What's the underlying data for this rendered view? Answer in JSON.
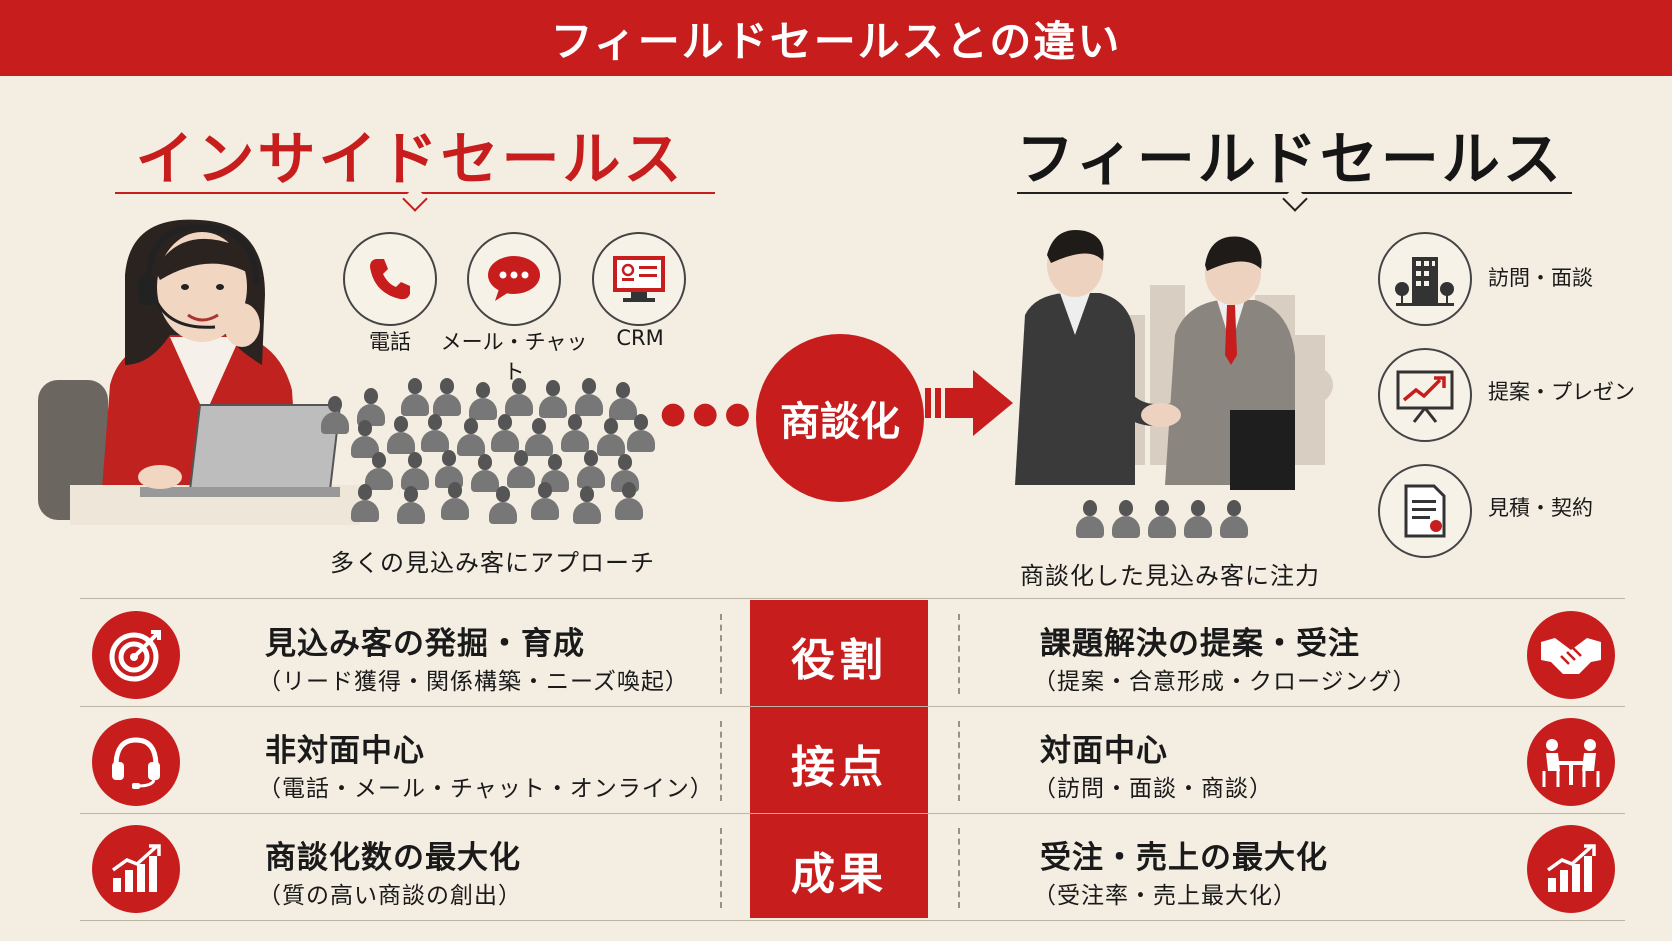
{
  "header": {
    "title": "フィールドセールスとの違い"
  },
  "left": {
    "title": "インサイドセールス",
    "tools": [
      {
        "label": "電話",
        "icon": "phone-icon"
      },
      {
        "label": "メール・チャット",
        "icon": "chat-icon"
      },
      {
        "label": "CRM",
        "icon": "crm-monitor-icon"
      }
    ],
    "caption": "多くの見込み客にアプローチ"
  },
  "center": {
    "badge": "商談化"
  },
  "right": {
    "title": "フィールドセールス",
    "activities": [
      {
        "label": "訪問・面談",
        "icon": "building-icon"
      },
      {
        "label": "提案・プレゼン",
        "icon": "presentation-chart-icon"
      },
      {
        "label": "見積・契約",
        "icon": "contract-document-icon"
      }
    ],
    "caption": "商談化した見込み客に注力"
  },
  "rows": [
    {
      "category": "役割",
      "left_title": "見込み客の発掘・育成",
      "left_sub": "（リード獲得・関係構築・ニーズ喚起）",
      "right_title": "課題解決の提案・受注",
      "right_sub": "（提案・合意形成・クロージング）",
      "left_icon": "target-icon",
      "right_icon": "handshake-icon"
    },
    {
      "category": "接点",
      "left_title": "非対面中心",
      "left_sub": "（電話・メール・チャット・オンライン）",
      "right_title": "対面中心",
      "right_sub": "（訪問・面談・商談）",
      "left_icon": "headset-icon",
      "right_icon": "meeting-table-icon"
    },
    {
      "category": "成果",
      "left_title": "商談化数の最大化",
      "left_sub": "（質の高い商談の創出）",
      "right_title": "受注・売上の最大化",
      "right_sub": "（受注率・売上最大化）",
      "left_icon": "growth-chart-icon",
      "right_icon": "growth-chart-icon"
    }
  ],
  "colors": {
    "accent": "#c81d1d",
    "background": "#f3ede2",
    "dark": "#1a1a1a"
  }
}
